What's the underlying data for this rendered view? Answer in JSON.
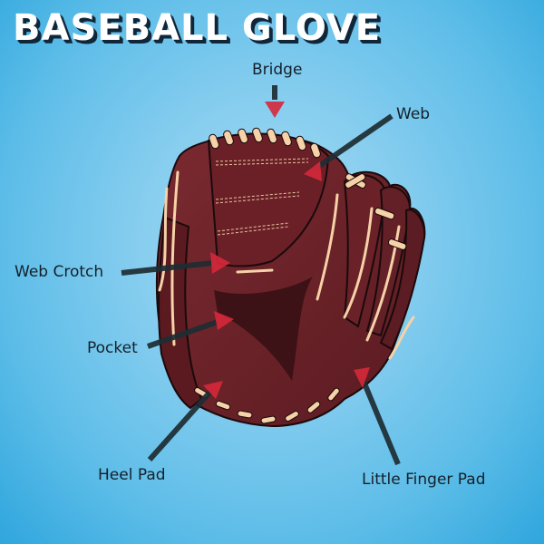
{
  "title": "BASEBALL GLOVE",
  "labels": {
    "bridge": "Bridge",
    "web": "Web",
    "web_crotch": "Web Crotch",
    "pocket": "Pocket",
    "heel_pad": "Heel Pad",
    "little_finger_pad": "Little Finger Pad"
  },
  "colors": {
    "background_center": "#a9dcf3",
    "background_edge": "#2fa6dd",
    "leather": "#6e2229",
    "leather_dark": "#3d1216",
    "lace": "#f6d2a8",
    "pointer_line": "#1e2d33",
    "pointer_arrow": "#d6283a"
  }
}
